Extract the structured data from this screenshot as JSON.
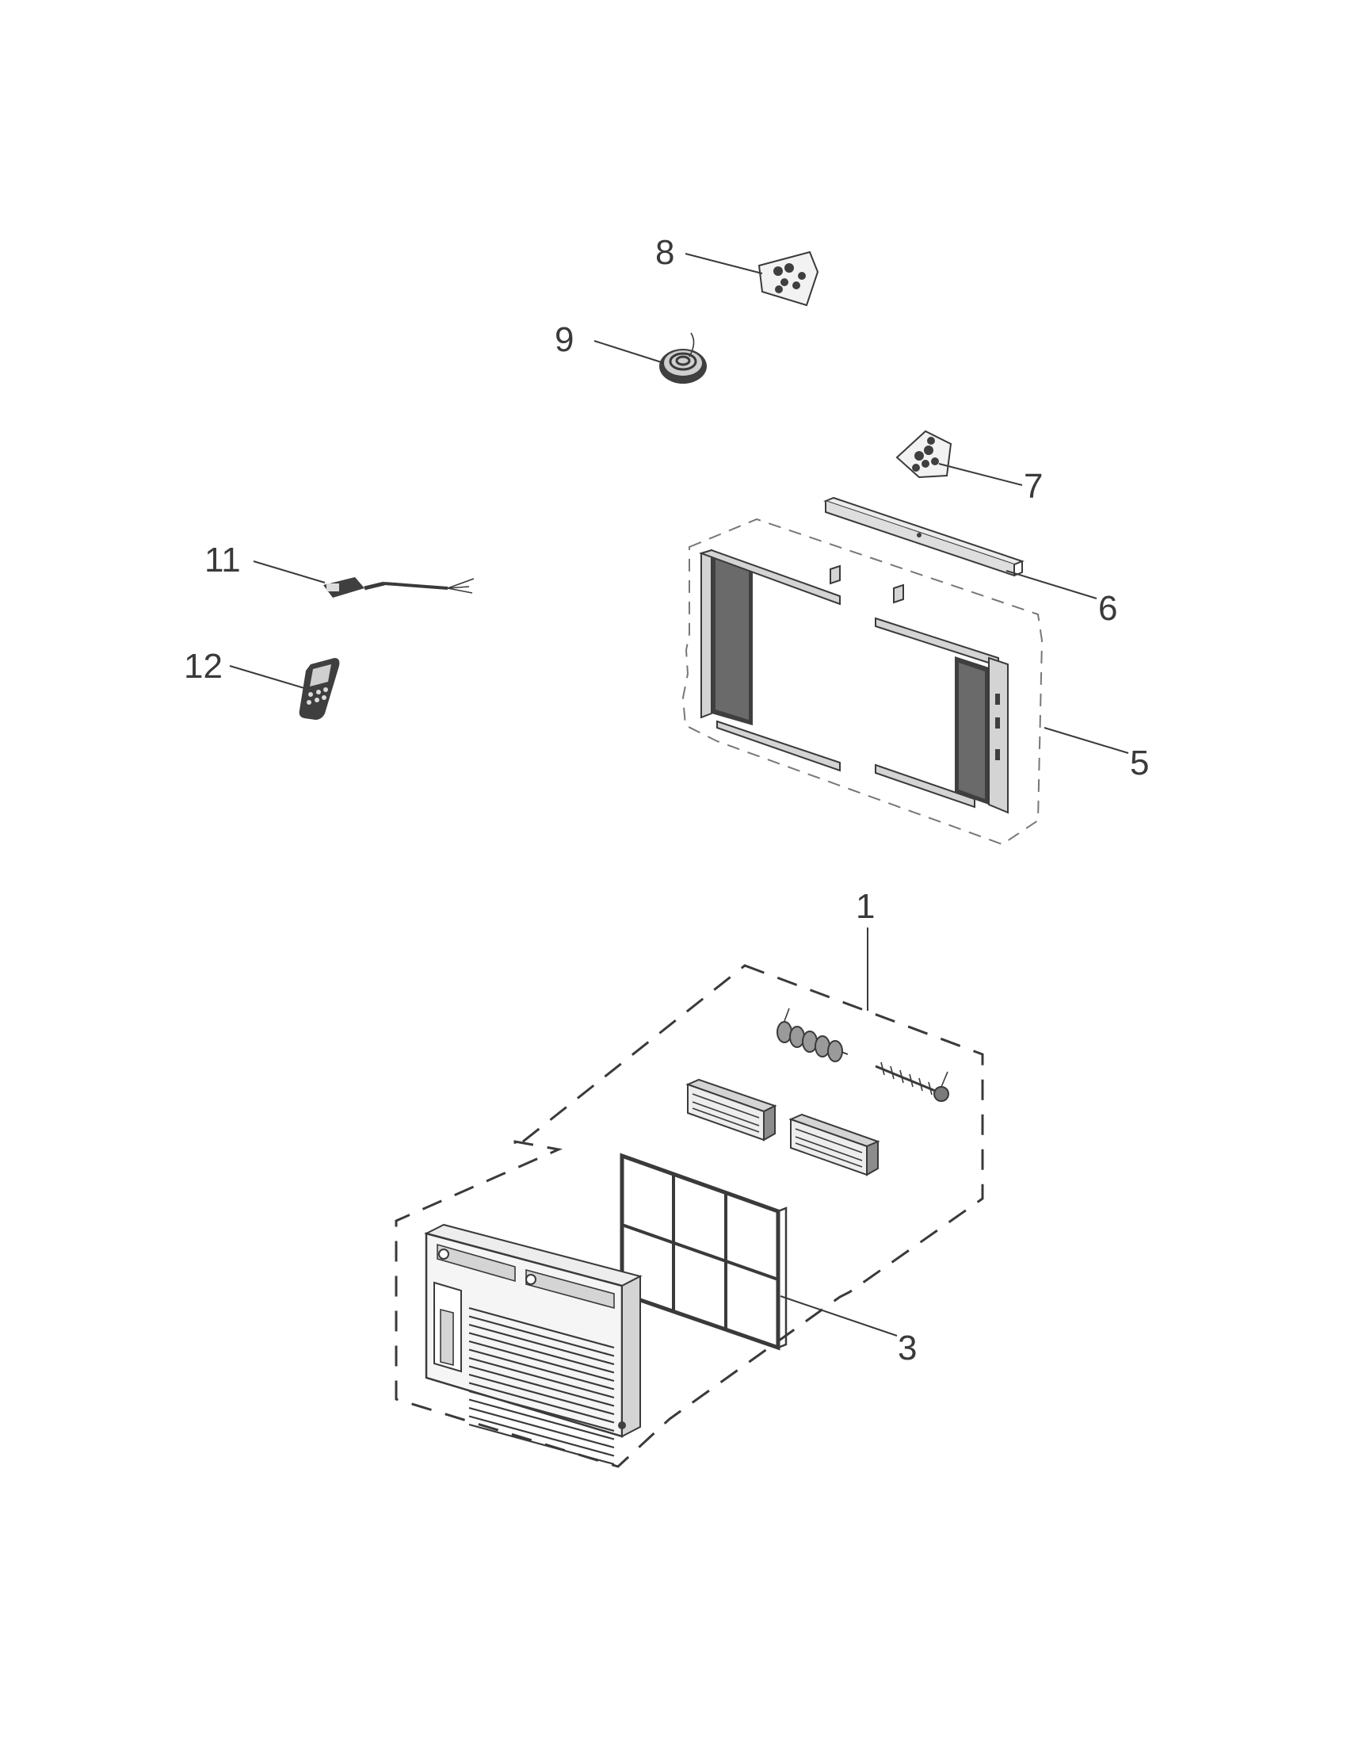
{
  "callouts": {
    "c1": "1",
    "c3": "3",
    "c5": "5",
    "c6": "6",
    "c7": "7",
    "c8": "8",
    "c9": "9",
    "c11": "11",
    "c12": "12"
  }
}
